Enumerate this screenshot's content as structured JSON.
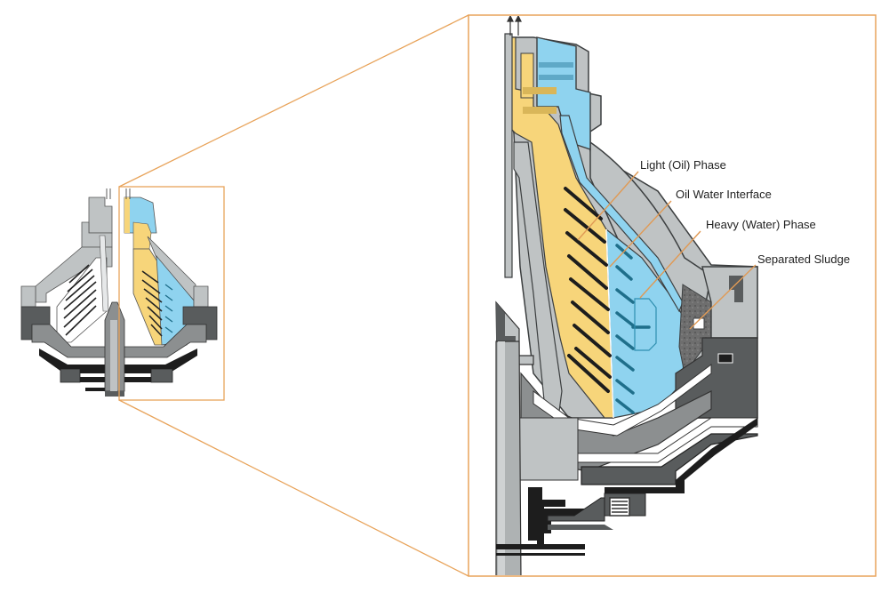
{
  "diagram": {
    "type": "centrifuge-separator-cross-section",
    "colors": {
      "light_phase": "#f7d57a",
      "heavy_phase": "#8fd3ef",
      "frame_light": "#bfc3c4",
      "frame_mid": "#8c8f90",
      "frame_dark": "#595c5d",
      "frame_black": "#1d1d1d",
      "zoom_box": "#e8a35a",
      "leader": "#e09a55",
      "sludge": "#6e6e6e"
    },
    "labels": [
      {
        "id": "light-oil-phase",
        "text": "Light (Oil) Phase"
      },
      {
        "id": "oil-water-interface",
        "text": "Oil Water Interface"
      },
      {
        "id": "heavy-water-phase",
        "text": "Heavy (Water) Phase"
      },
      {
        "id": "separated-sludge",
        "text": "Separated Sludge"
      }
    ]
  }
}
